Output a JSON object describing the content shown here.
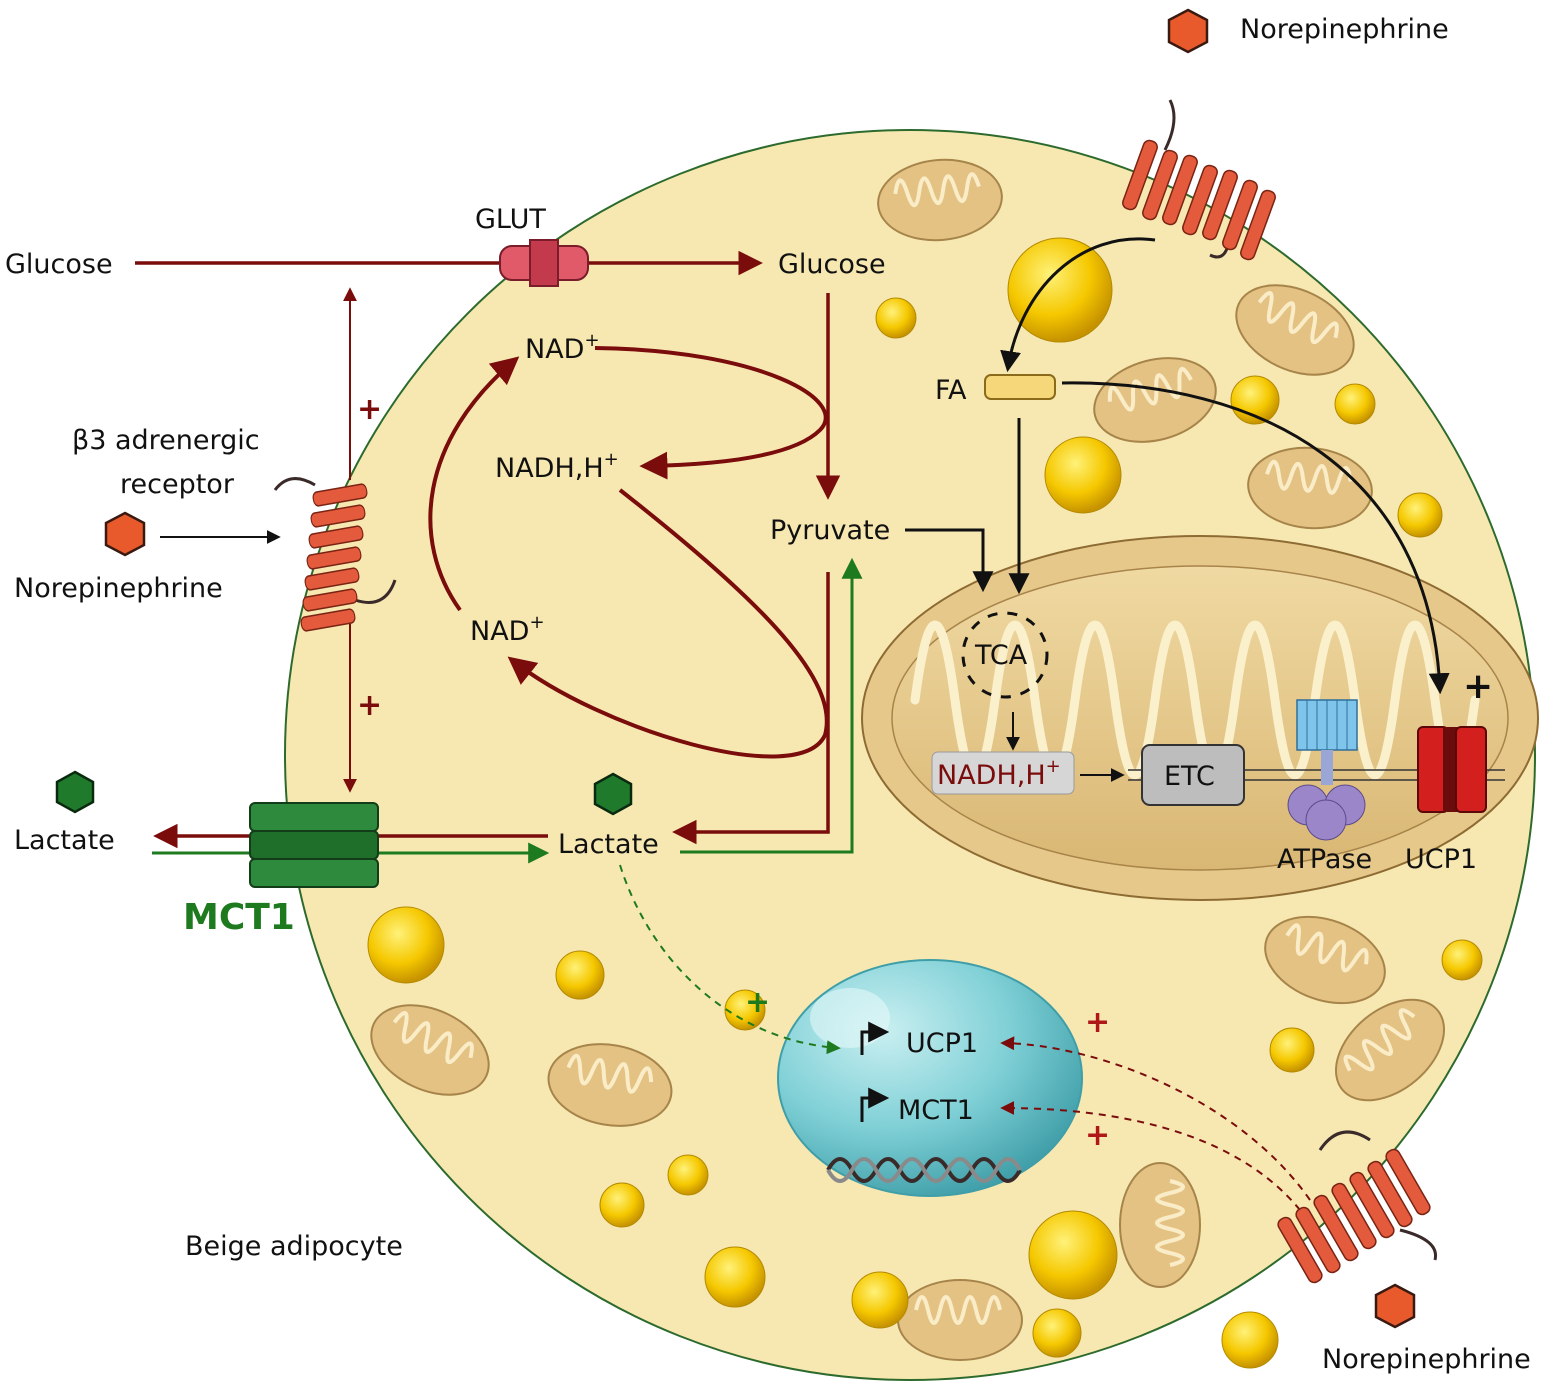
{
  "labels": {
    "glucose_out": "Glucose",
    "glut": "GLUT",
    "glucose_in": "Glucose",
    "nad_top": "NAD",
    "nad_top_sup": "+",
    "nadh_left": "NADH,H",
    "nadh_left_sup": "+",
    "nad_bottom": "NAD",
    "nad_bottom_sup": "+",
    "pyruvate": "Pyruvate",
    "beta3_line1": "β3 adrenergic",
    "beta3_line2": "receptor",
    "norepinephrine_left": "Norepinephrine",
    "norepinephrine_top": "Norepinephrine",
    "norepinephrine_bottom": "Norepinephrine",
    "lactate_out": "Lactate",
    "lactate_in": "Lactate",
    "mct1_transporter": "MCT1",
    "fa": "FA",
    "tca": "TCA",
    "nadh_mito": "NADH,H",
    "nadh_mito_sup": "+",
    "etc": "ETC",
    "atpase": "ATPase",
    "ucp1_mito": "UCP1",
    "ucp1_gene": "UCP1",
    "mct1_gene": "MCT1",
    "cell_label": "Beige adipocyte",
    "plus": "+"
  },
  "colors": {
    "cell_fill": "#f7e8b2",
    "cell_stroke": "#2d6b2d",
    "dark_red": "#7a0c0c",
    "green": "#1e7a1e",
    "lipid_yellow": "#f5c800",
    "receptor_red": "#e45a3c",
    "mct1_green": "#1f6e2a",
    "nucleus": "#7fd0d6",
    "mito_fill": "#e6c98a"
  },
  "icons": [
    "norepinephrine-hexagon-icon",
    "lactate-hexagon-icon",
    "gene-promoter-arrow-icon",
    "dna-helix-icon"
  ]
}
